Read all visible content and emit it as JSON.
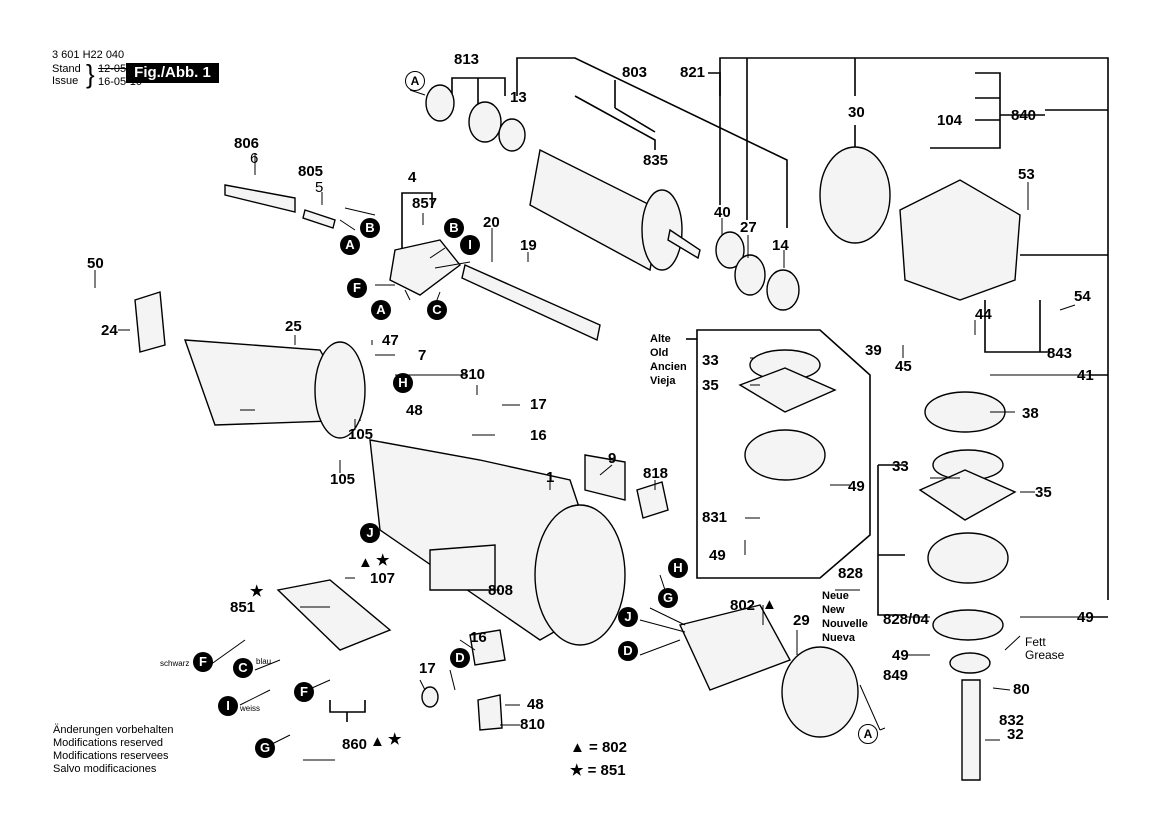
{
  "header": {
    "part_number": "3 601 H22 040",
    "stand_label": "Stand",
    "issue_label": "Issue",
    "old_date": "12-05",
    "new_date": "16-05-10",
    "figure_label": "Fig./Abb. 1"
  },
  "footer": {
    "lines": [
      "Änderungen vorbehalten",
      "Modifications reserved",
      "Modifications reservees",
      "Salvo modificaciones"
    ]
  },
  "legend": {
    "triangle": "▲ = 802",
    "star": "★ = 851"
  },
  "variants": {
    "old": [
      "Alte",
      "Old",
      "Ancien",
      "Vieja"
    ],
    "new": [
      "Neue",
      "New",
      "Nouvelle",
      "Nueva"
    ]
  },
  "grease_label": [
    "Fett",
    "Grease"
  ],
  "wire_colors": {
    "black": "schwarz",
    "blue": "blau",
    "white": "weiss"
  },
  "part_labels": {
    "p813": "813",
    "p13": "13",
    "p803": "803",
    "p821": "821",
    "p835": "835",
    "p806": "806",
    "p6": "6",
    "p805": "805",
    "p5": "5",
    "p4": "4",
    "p857": "857",
    "p20": "20",
    "p19": "19",
    "p40": "40",
    "p27": "27",
    "p14": "14",
    "p30": "30",
    "p840": "840",
    "p104": "104",
    "p53": "53",
    "p54": "54",
    "p44": "44",
    "p843": "843",
    "p39": "39",
    "p45": "45",
    "p41": "41",
    "p38": "38",
    "p33a": "33",
    "p35a": "35",
    "p49a": "49",
    "p831": "831",
    "p49b": "49",
    "p33b": "33",
    "p35b": "35",
    "p828": "828",
    "p82804": "828/04",
    "p49c": "49",
    "p49d": "49",
    "p849": "849",
    "p80": "80",
    "p832": "832",
    "p32": "32",
    "p50": "50",
    "p24": "24",
    "p25": "25",
    "p47": "47",
    "p7": "7",
    "p810a": "810",
    "p17a": "17",
    "p48a": "48",
    "p16a": "16",
    "p105a": "105",
    "p105b": "105",
    "p9": "9",
    "p818": "818",
    "p1": "1",
    "p808": "808",
    "p107": "107",
    "p851": "851",
    "p860": "860",
    "p802": "802",
    "p29": "29",
    "p16b": "16",
    "p17b": "17",
    "p48b": "48",
    "p810b": "810"
  },
  "ref_markers": {
    "A": "A",
    "B": "B",
    "C": "C",
    "D": "D",
    "F": "F",
    "G": "G",
    "H": "H",
    "I": "I",
    "J": "J"
  },
  "symbols": {
    "triangle": "▲",
    "star": "★"
  }
}
